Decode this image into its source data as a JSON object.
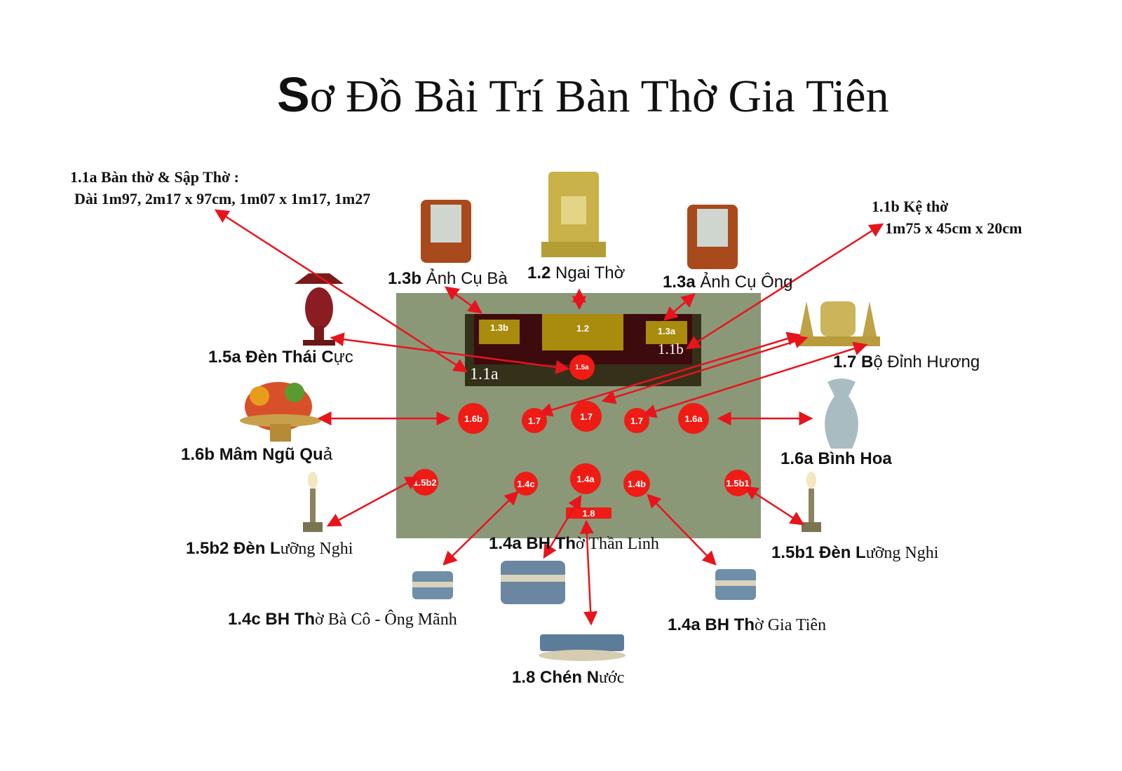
{
  "title": {
    "first_letter": "S",
    "rest": "ơ Đồ Bài Trí Bàn Thờ Gia Tiên"
  },
  "notes": {
    "altar_line1": "1.1a Bàn thờ & Sập Thờ :",
    "altar_line2": "Dài 1m97, 2m17 x  97cm, 1m07 x 1m17, 1m27",
    "shelf_line1": "1.1b Kệ thờ",
    "shelf_line2": "1m75 x 45cm x 20cm"
  },
  "labels": {
    "l13b": {
      "b": "1.3b",
      "r": " Ảnh Cụ Bà"
    },
    "l12": {
      "b": "1.2",
      "r": " Ngai Thờ"
    },
    "l13a": {
      "b": "1.3a",
      "r": " Ảnh Cụ Ông"
    },
    "l15a": {
      "b": "1.5a Đèn Thái C",
      "r": "ực"
    },
    "l17": {
      "b": "1.7 B",
      "r": "ộ Đỉnh Hương"
    },
    "l16b": {
      "b": "1.6b Mâm Ngũ Qu",
      "r": "ả"
    },
    "l16a": {
      "b": "1.6a Bình Hoa",
      "r": ""
    },
    "l15b2": {
      "b": "1.5b2 Đèn L",
      "r": "ưỡng Nghi"
    },
    "l14a_tl": {
      "b": "1.4a BH Th",
      "r": "ờ Thần Linh"
    },
    "l15b1": {
      "b": "1.5b1 Đèn L",
      "r": "ưỡng Nghi"
    },
    "l14c": {
      "b": "1.4c  BH Th",
      "r": "ờ Bà Cô - Ông Mãnh"
    },
    "l14a_gt": {
      "b": "1.4a BH Th",
      "r": "ờ Gia Tiên"
    },
    "l18": {
      "b": "1.8 Chén N",
      "r": "ước"
    }
  },
  "plan": {
    "box_13b": "1.3b",
    "box_12": "1.2",
    "box_13a": "1.3a",
    "tag_11a": "1.1a",
    "tag_11b": "1.1b",
    "c15a": "1.5a",
    "c16b": "1.6b",
    "c17a": "1.7",
    "c17b": "1.7",
    "c17c": "1.7",
    "c16a": "1.6a",
    "c15b2": "1.5b2",
    "c14c": "1.4c",
    "c14a": "1.4a",
    "c14b": "1.4b",
    "c15b1": "1.5b1",
    "r18": "1.8"
  },
  "colors": {
    "table": "#8a9878",
    "marker": "#ee1c14",
    "gold": "#a98b0d",
    "arrow": "#e8141c"
  }
}
